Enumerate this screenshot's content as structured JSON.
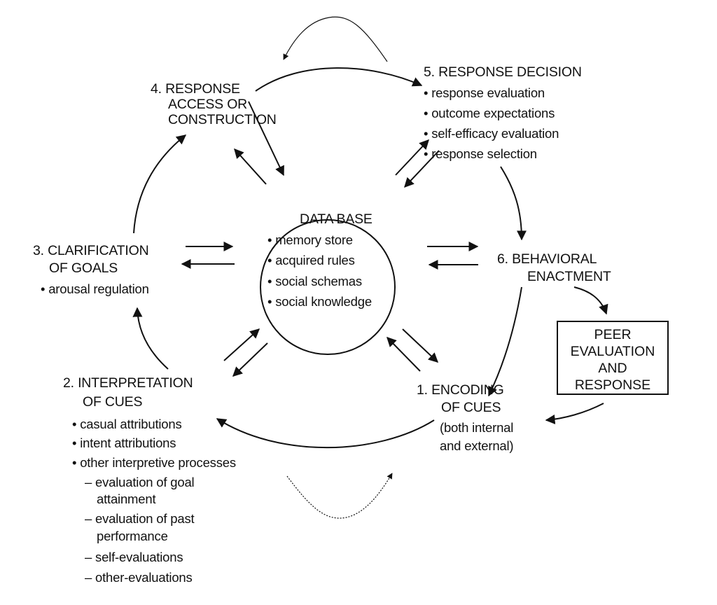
{
  "nodes": {
    "step4": {
      "lines": [
        "4. RESPONSE",
        "ACCESS OR",
        "CONSTRUCTION"
      ]
    },
    "step5": {
      "title": "5. RESPONSE DECISION",
      "bullets": [
        "• response evaluation",
        "• outcome expectations",
        "• self-efficacy evaluation",
        "• response selection"
      ]
    },
    "database": {
      "title": "DATA BASE",
      "bullets": [
        "• memory store",
        "• acquired rules",
        "• social schemas",
        "• social knowledge"
      ]
    },
    "step3": {
      "lines": [
        "3. CLARIFICATION",
        "OF GOALS"
      ],
      "bullets": [
        "• arousal regulation"
      ]
    },
    "step6": {
      "lines": [
        "6. BEHAVIORAL",
        "ENACTMENT"
      ]
    },
    "peer": {
      "lines": [
        "PEER",
        "EVALUATION",
        "AND",
        "RESPONSE"
      ]
    },
    "step2": {
      "lines": [
        "2. INTERPRETATION",
        "OF CUES"
      ],
      "bullets": [
        "• casual attributions",
        "• intent attributions",
        "• other interpretive processes"
      ],
      "sub_items": [
        "– evaluation of goal",
        "attainment",
        "– evaluation of past",
        "performance",
        "– self-evaluations",
        "– other-evaluations"
      ]
    },
    "step1": {
      "lines": [
        "1. ENCODING",
        "OF CUES",
        "(both internal",
        "and external)"
      ]
    }
  }
}
